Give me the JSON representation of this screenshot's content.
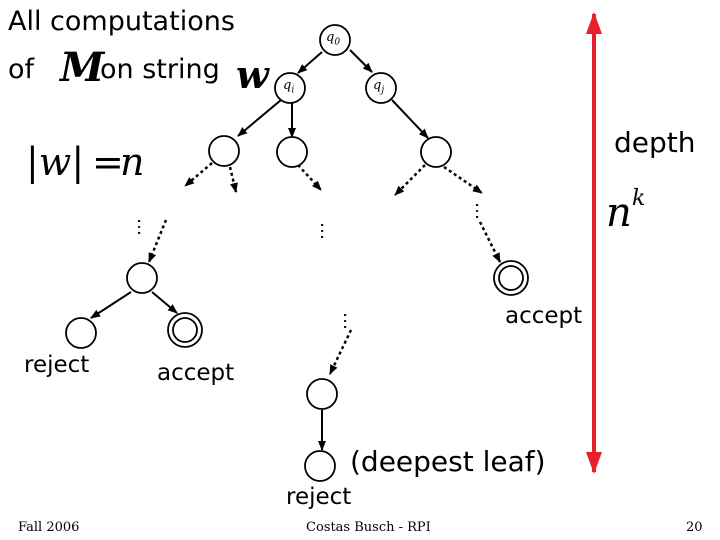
{
  "title": {
    "line1": "All computations",
    "line2_prefix": "of",
    "machine_symbol": "M",
    "line2_suffix": "on string",
    "string_symbol": "w"
  },
  "length_eq": {
    "lhs": "|w|",
    "eq": "=",
    "rhs": "n"
  },
  "depth": {
    "label": "depth",
    "base": "n",
    "exponent": "k"
  },
  "states": {
    "root": "q",
    "root_sub": "0",
    "left": "q",
    "left_sub": "i",
    "right": "q",
    "right_sub": "j"
  },
  "labels": {
    "accept_right": "accept",
    "reject_left": "reject",
    "accept_mid": "accept",
    "deepest_leaf": "(deepest leaf)",
    "reject_bottom": "reject",
    "dots": "…"
  },
  "footer": {
    "left": "Fall 2006",
    "center": "Costas Busch - RPI",
    "page": "20"
  },
  "colors": {
    "depth_arrow": "#e8202a",
    "line": "#000000"
  }
}
